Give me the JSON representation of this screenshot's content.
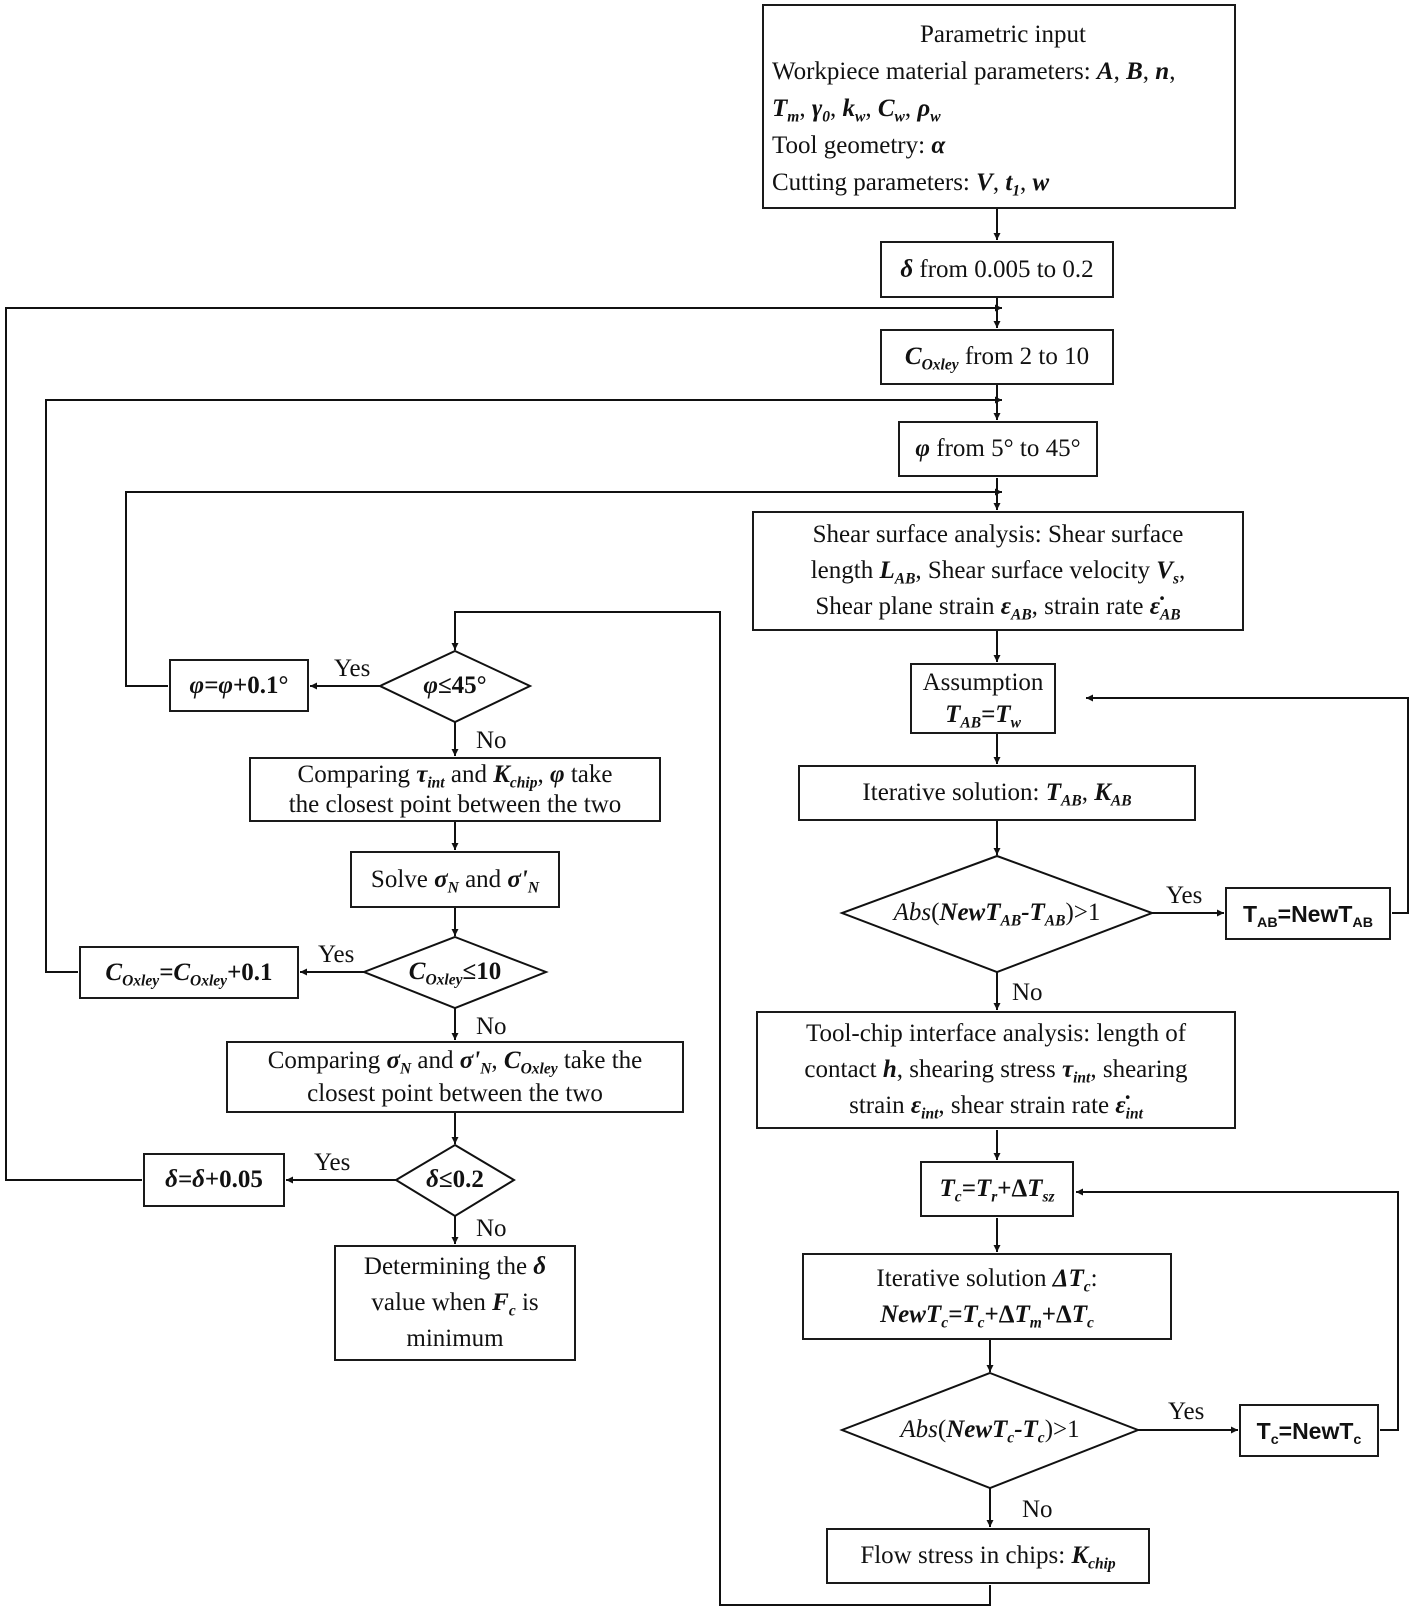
{
  "input": {
    "title": "Parametric input",
    "material_prefix": "Workpiece material parameters:",
    "tool_prefix": "Tool geometry:",
    "cutting_prefix": "Cutting parameters:"
  },
  "loops": {
    "delta_range": "from 0.005 to 0.2",
    "coxley_range": "from 2 to 10",
    "phi_range": "from 5° to 45°"
  },
  "shear": {
    "line1": "Shear surface analysis: Shear surface",
    "length_text": "length",
    "velocity_text": "Shear surface velocity",
    "strain_text": "Shear plane strain",
    "rate_text": "strain rate"
  },
  "assumption": {
    "title": "Assumption"
  },
  "iter_ab": {
    "prefix": "Iterative solution:"
  },
  "toolchip": {
    "line1": "Tool-chip interface analysis: length of",
    "contact_text": "contact",
    "stress_text": "shearing stress",
    "shearing_text": "shearing",
    "strain_text": "strain",
    "rate_text": "shear strain rate"
  },
  "iter_c": {
    "prefix": "Iterative solution"
  },
  "flow": {
    "prefix": "Flow stress in chips:"
  },
  "compare_phi": {
    "prefix": "Comparing",
    "and": "and",
    "take": "take",
    "line2": "the closest point between the two"
  },
  "solve": {
    "prefix": "Solve",
    "and": "and"
  },
  "compare_c": {
    "prefix": "Comparing",
    "and": "and",
    "take": "take the",
    "line2": "closest point between the two"
  },
  "determine": {
    "line1": "Determining the",
    "value": "value when",
    "is": "is",
    "line3": "minimum"
  },
  "labels": {
    "yes": "Yes",
    "no": "No"
  }
}
